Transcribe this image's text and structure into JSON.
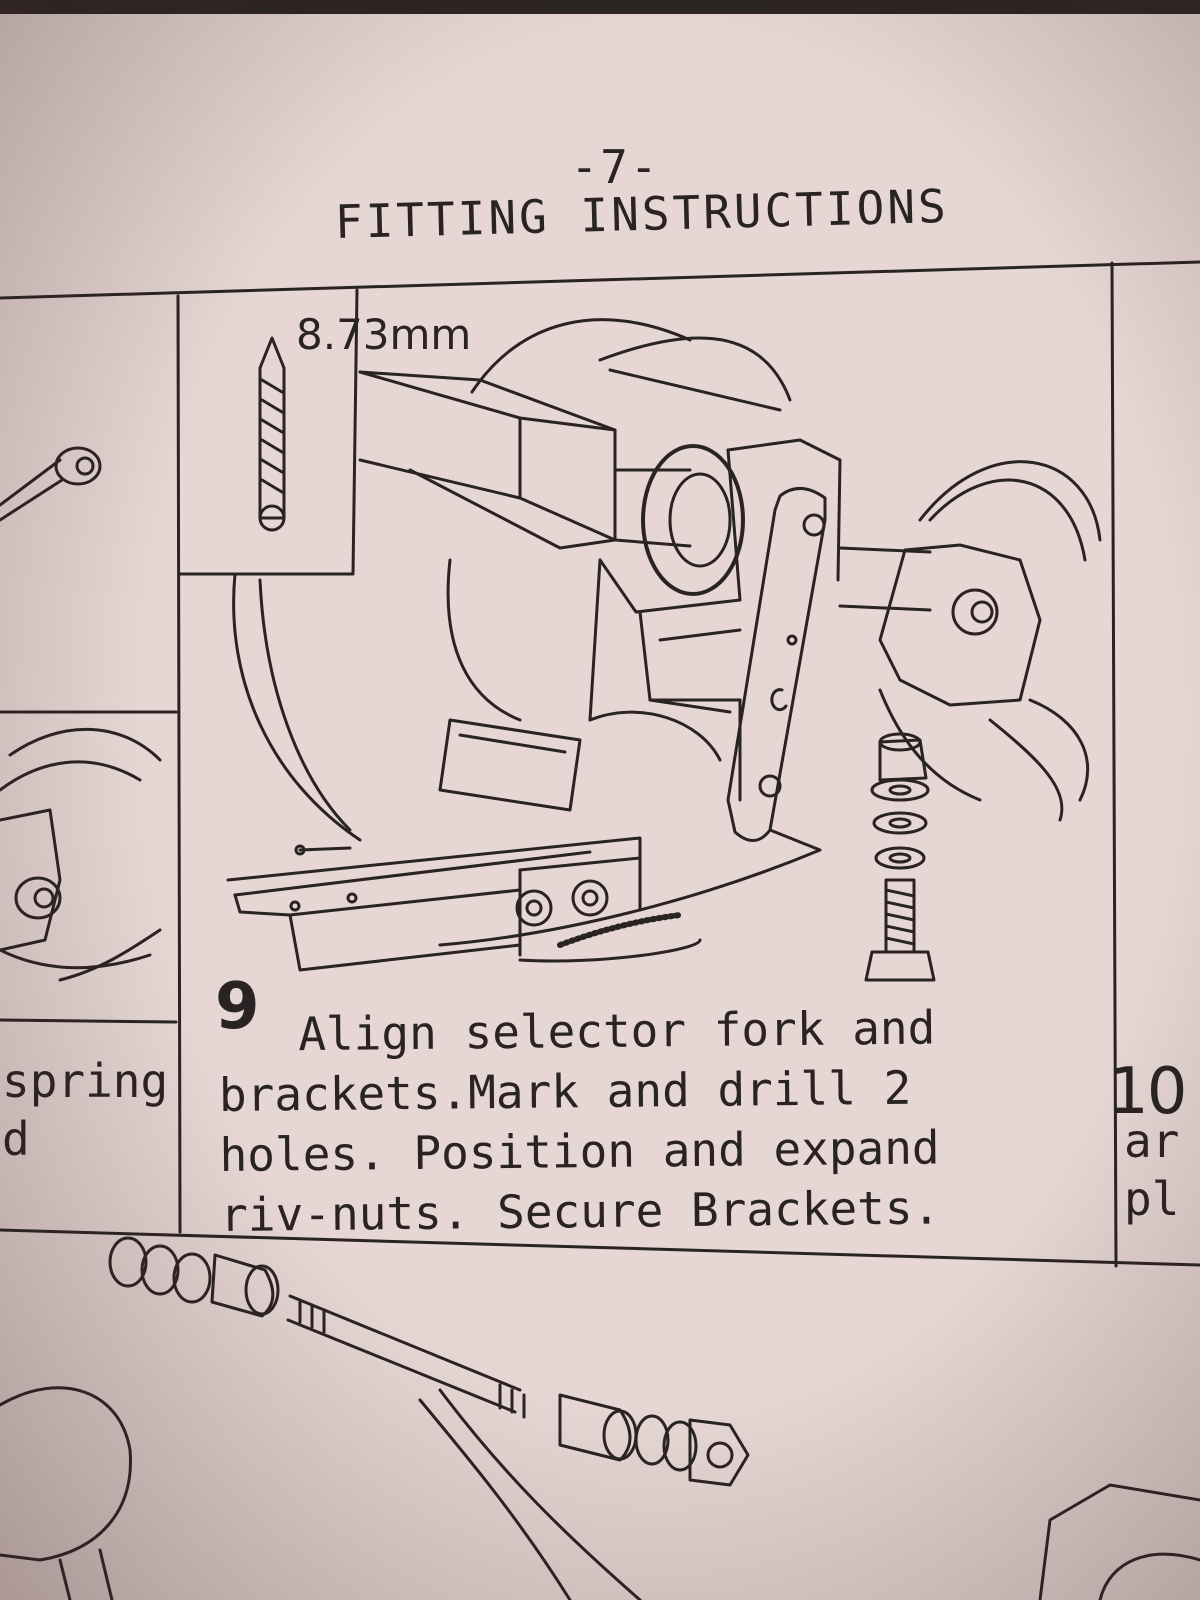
{
  "page": {
    "number": "-7-",
    "title": "FITTING INSTRUCTIONS"
  },
  "panel_9": {
    "drill_size": "8.73mm",
    "step_number": "9",
    "step_text_line1": "Align selector fork and",
    "step_text_line2": "brackets.Mark and drill 2",
    "step_text_line3": "holes. Position and expand",
    "step_text_line4": "riv-nuts. Secure Brackets."
  },
  "panel_left": {
    "text": "spring\nd"
  },
  "panel_right": {
    "step_number": "10",
    "text": "ar\npl"
  },
  "colors": {
    "paper": "#e6d7d4",
    "ink": "#2a2323"
  },
  "icons": [
    "drill-bit-icon",
    "bolt-icon",
    "washer-icon",
    "nut-icon"
  ]
}
